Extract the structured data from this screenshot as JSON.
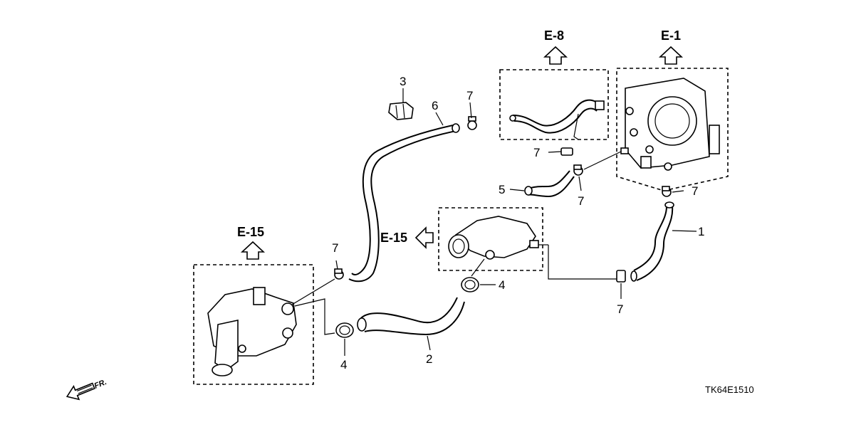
{
  "diagram_code": "TK64E1510",
  "direction_label": "FR.",
  "reference_labels": {
    "e8": "E-8",
    "e1": "E-1",
    "e15_left": "E-15",
    "e15_mid": "E-15"
  },
  "parts": {
    "p1": "1",
    "p2": "2",
    "p3": "3",
    "p4a": "4",
    "p4b": "4",
    "p5": "5",
    "p6": "6",
    "p7a": "7",
    "p7b": "7",
    "p7c": "7",
    "p7d": "7",
    "p7e": "7",
    "p7f": "7"
  }
}
